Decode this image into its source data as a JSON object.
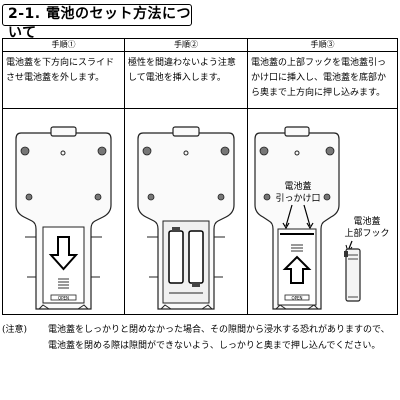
{
  "section_title": "2-1. 電池のセット方法について",
  "steps": [
    {
      "header": "手順①",
      "description": "電池蓋を下方向にスライドさせ電池蓋を外します。",
      "figure": {
        "arrow": "down",
        "battery_cover_text": "OPEN"
      }
    },
    {
      "header": "手順②",
      "description": "極性を間違わないよう注意して電池を挿入します。",
      "figure": {
        "batteries": 2
      }
    },
    {
      "header": "手順③",
      "description": "電池蓋の上部フックを電池蓋引っかけ口に挿入し、電池蓋を底部から奥まで上方向に押し込みます。",
      "figure": {
        "arrow": "up",
        "callout_slot": "電池蓋\n引っかけ口",
        "callout_slot_line1": "電池蓋",
        "callout_slot_line2": "引っかけ口",
        "callout_hook_line1": "電池蓋",
        "callout_hook_line2": "上部フック",
        "battery_cover_text": "OPEN"
      }
    }
  ],
  "note": {
    "label": "(注意)",
    "line1": "電池蓋をしっかりと閉めなかった場合、その隙間から浸水する恐れがありますので、",
    "line2": "電池蓋を閉める際は隙間ができないよう、しっかりと奥まで押し込んでください。"
  }
}
